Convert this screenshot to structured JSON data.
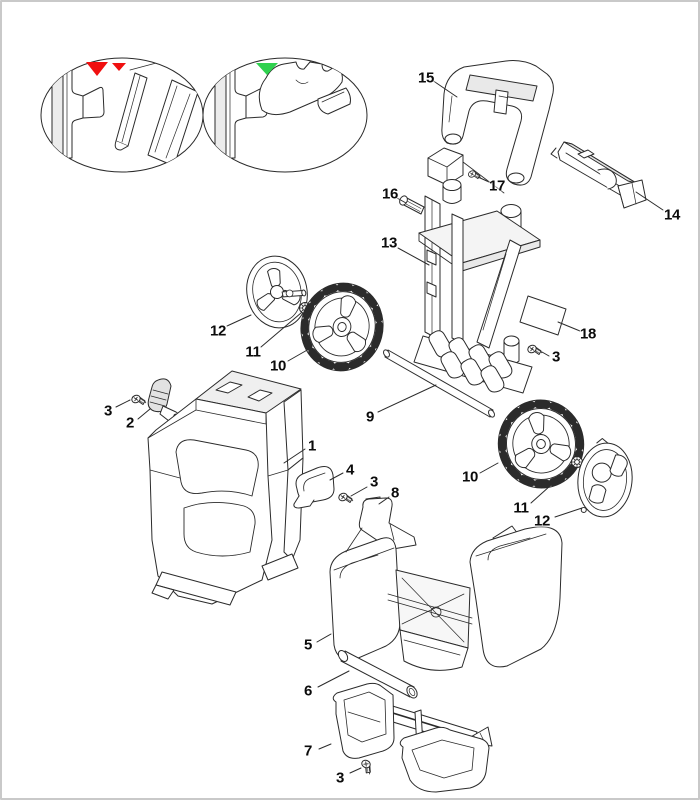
{
  "diagram": {
    "colors": {
      "line": "#2b2b2b",
      "red_arrow": "#f01010",
      "green_arrow": "#2fd14e",
      "border": "#c9c9c9",
      "shade_light": "#efefef",
      "shade_mid": "#e4e4e4"
    },
    "callouts": [
      {
        "id": "c15",
        "label": "15"
      },
      {
        "id": "c16",
        "label": "16"
      },
      {
        "id": "c17",
        "label": "17"
      },
      {
        "id": "c14",
        "label": "14"
      },
      {
        "id": "c13",
        "label": "13"
      },
      {
        "id": "c18",
        "label": "18"
      },
      {
        "id": "c3a",
        "label": "3"
      },
      {
        "id": "c9",
        "label": "9"
      },
      {
        "id": "c12a",
        "label": "12"
      },
      {
        "id": "c11a",
        "label": "11"
      },
      {
        "id": "c10a",
        "label": "10"
      },
      {
        "id": "c3b",
        "label": "3"
      },
      {
        "id": "c2",
        "label": "2"
      },
      {
        "id": "c1",
        "label": "1"
      },
      {
        "id": "c4",
        "label": "4"
      },
      {
        "id": "c3c",
        "label": "3"
      },
      {
        "id": "c8",
        "label": "8"
      },
      {
        "id": "c10b",
        "label": "10"
      },
      {
        "id": "c11b",
        "label": "11"
      },
      {
        "id": "c12b",
        "label": "12"
      },
      {
        "id": "c5",
        "label": "5"
      },
      {
        "id": "c6",
        "label": "6"
      },
      {
        "id": "c7",
        "label": "7"
      },
      {
        "id": "c3d",
        "label": "3"
      }
    ]
  }
}
